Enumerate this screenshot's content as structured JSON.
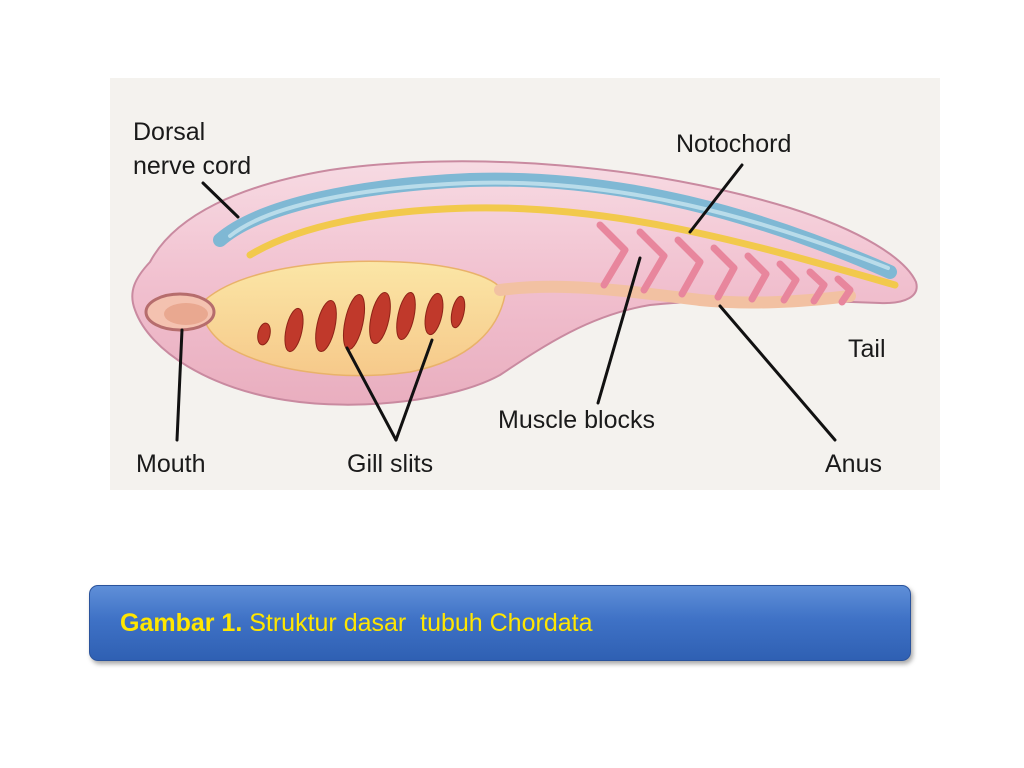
{
  "diagram": {
    "labels": {
      "dorsal_nerve_cord_line1": "Dorsal",
      "dorsal_nerve_cord_line2": "nerve cord",
      "notochord": "Notochord",
      "tail": "Tail",
      "muscle_blocks": "Muscle blocks",
      "anus": "Anus",
      "mouth": "Mouth",
      "gill_slits": "Gill slits"
    }
  },
  "caption": {
    "bold": "Gambar 1.",
    "text": " Struktur dasar  tubuh Chordata"
  },
  "colors": {
    "caption_bg": "#3f72c6",
    "caption_text": "#ffe600",
    "nerve_cord": "#7fb8d4",
    "notochord": "#f2c94c",
    "gill_slit": "#c0392b",
    "body": "#f3c9d6"
  }
}
